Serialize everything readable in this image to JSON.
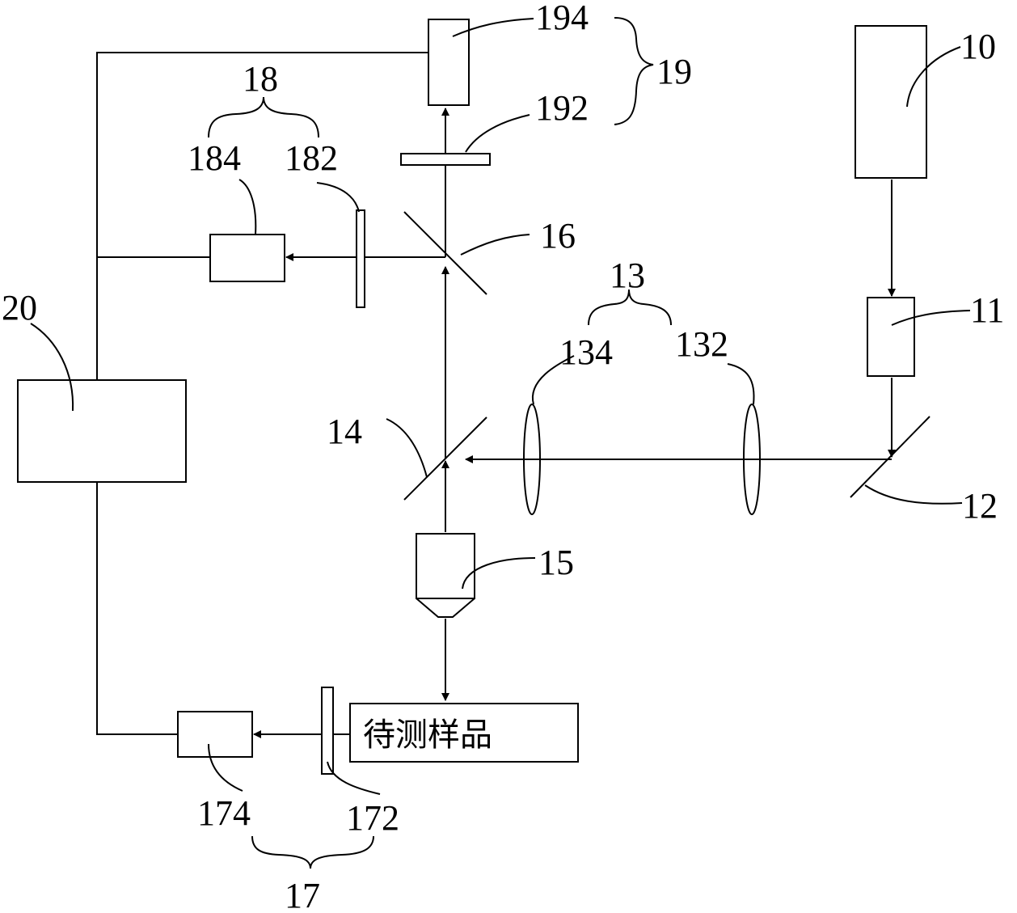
{
  "labels": {
    "laser": "10",
    "modulator": "11",
    "mirror": "12",
    "lens_group": "13",
    "lens_far": "132",
    "lens_near": "134",
    "dichroic": "14",
    "objective": "15",
    "splitter": "16",
    "det_group_bottom": "17",
    "filter_bottom": "172",
    "detector_bottom": "174",
    "det_group_left": "18",
    "filter_left": "182",
    "detector_left": "184",
    "det_group_top": "19",
    "filter_top": "192",
    "detector_top": "194",
    "controller": "20"
  },
  "sample_label": "待测样品"
}
